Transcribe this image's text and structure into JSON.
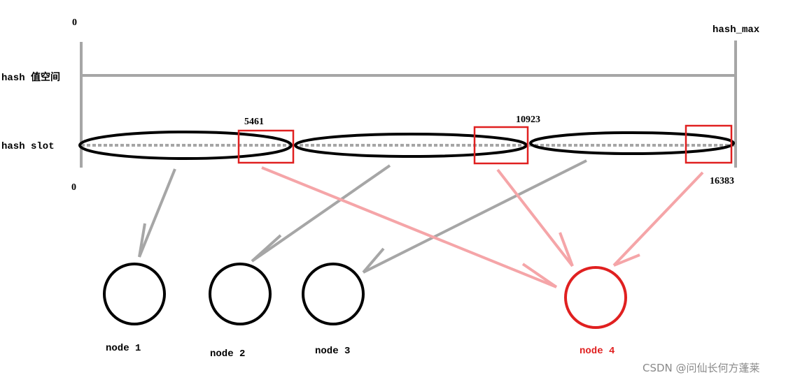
{
  "labels": {
    "hash_space": "hash 值空间",
    "hash_slot": "hash slot",
    "hash_max": "hash_max",
    "top_zero": "0",
    "bottom_zero": "0",
    "boundary_1": "5461",
    "boundary_2": "10923",
    "boundary_end": "16383"
  },
  "nodes": [
    {
      "label": "node 1"
    },
    {
      "label": "node 2"
    },
    {
      "label": "node 3"
    },
    {
      "label": "node 4"
    }
  ],
  "watermark": "CSDN @问仙长何方蓬莱",
  "colors": {
    "gray": "#a6a6a6",
    "black": "#000000",
    "red": "#e02020",
    "pink": "#f5a5a8"
  }
}
